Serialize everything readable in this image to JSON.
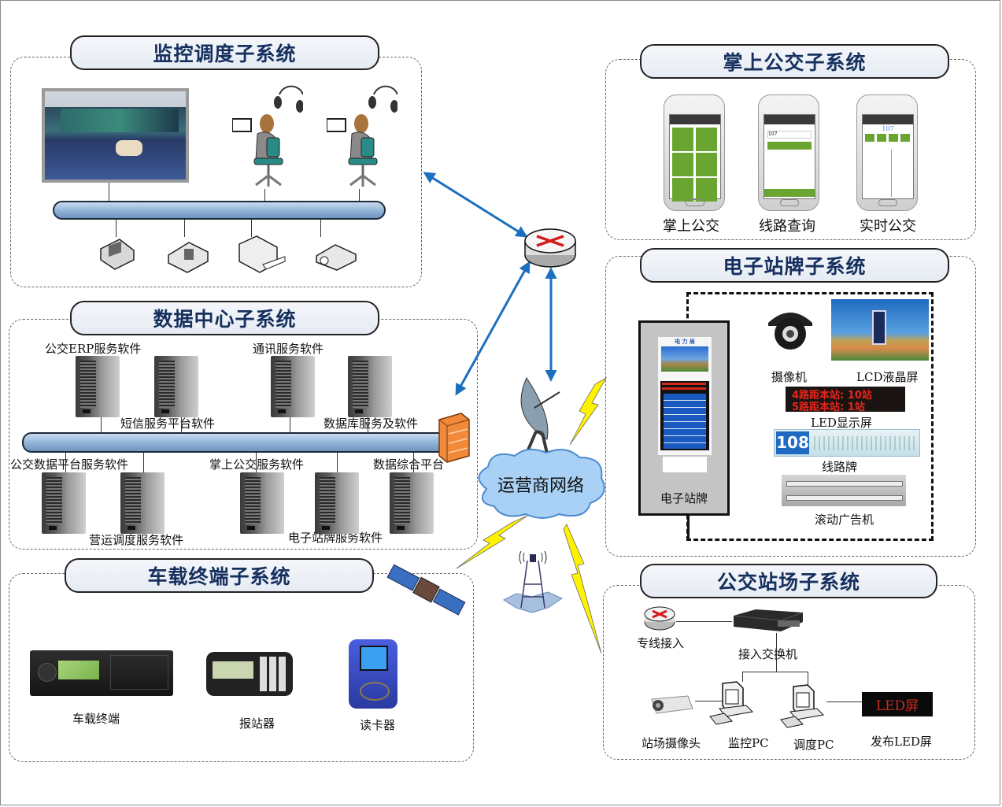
{
  "panels": {
    "monitoring": {
      "title": "监控调度子系统",
      "devices": [
        "control-room-screen",
        "dispatcher-1",
        "dispatcher-2",
        "telephone",
        "fax",
        "printer",
        "projector"
      ]
    },
    "data_center": {
      "title": "数据中心子系统",
      "servers_top": [
        {
          "label": "公交ERP服务软件"
        },
        {
          "label": "短信服务平台软件"
        },
        {
          "label": "通讯服务软件"
        },
        {
          "label": "数据库服务及软件"
        }
      ],
      "servers_bottom": [
        {
          "label": "公交数据平台服务软件"
        },
        {
          "label": "营运调度服务软件"
        },
        {
          "label": "掌上公交服务软件"
        },
        {
          "label": "电子站牌服务软件"
        },
        {
          "label": "数据综合平台"
        }
      ]
    },
    "vehicle": {
      "title": "车载终端子系统",
      "devices": [
        {
          "label": "车载终端"
        },
        {
          "label": "报站器"
        },
        {
          "label": "读卡器"
        }
      ]
    },
    "mobile": {
      "title": "掌上公交子系统",
      "phones": [
        {
          "label": "掌上公交"
        },
        {
          "label": "线路查询",
          "input_value": "107"
        },
        {
          "label": "实时公交",
          "route_number": "107"
        }
      ]
    },
    "e_stop": {
      "title": "电子站牌子系统",
      "kiosk_label": "电子站牌",
      "kiosk_header": "电 力 局",
      "kiosk_routes": [
        "4",
        "5",
        "",
        "",
        "105",
        "107",
        "108",
        "110"
      ],
      "camera_label": "摄像机",
      "lcd_label": "LCD液晶屏",
      "led_lines": [
        "4路距本站: 10站",
        "5路距本站: 1站"
      ],
      "led_label": "LED显示屏",
      "route_sign_number": "108",
      "route_sign_label": "线路牌",
      "scroller_label": "滚动广告机"
    },
    "depot": {
      "title": "公交站场子系统",
      "items": {
        "router": "专线接入",
        "switch": "接入交换机",
        "camera": "站场摄像头",
        "monitor_pc": "监控PC",
        "dispatch_pc": "调度PC",
        "led_text": "LED屏",
        "led_label": "发布LED屏"
      }
    }
  },
  "center": {
    "network_label": "运营商网络"
  },
  "colors": {
    "title_text": "#16305e",
    "arrow": "#1a6fbf",
    "led_red": "#e8251b",
    "app_green": "#6aa532",
    "lightning": "#fff200"
  }
}
